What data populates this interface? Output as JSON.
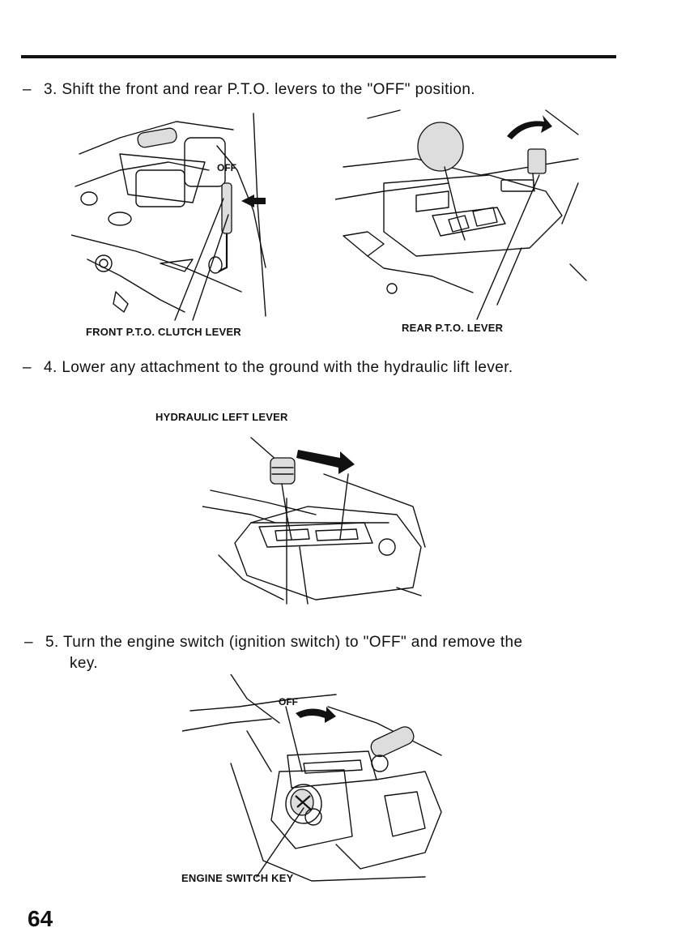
{
  "steps": [
    {
      "dash": "–",
      "text": "3. Shift the front and rear P.T.O. levers to the \"OFF\" position."
    },
    {
      "dash": "–",
      "text": "4. Lower any attachment to the ground with the hydraulic lift lever."
    },
    {
      "dash": "–",
      "text": "5. Turn the engine switch (ignition switch) to \"OFF\" and remove the",
      "continuation": "key."
    }
  ],
  "figures": {
    "front_pto": {
      "off_label": "OFF",
      "caption": "FRONT P.T.O. CLUTCH LEVER"
    },
    "rear_pto": {
      "caption": "REAR P.T.O. LEVER"
    },
    "hydraulic": {
      "caption": "HYDRAULIC LEFT LEVER"
    },
    "engine_switch": {
      "off_label": "OFF",
      "caption": "ENGINE SWITCH KEY"
    }
  },
  "page_number": "64"
}
